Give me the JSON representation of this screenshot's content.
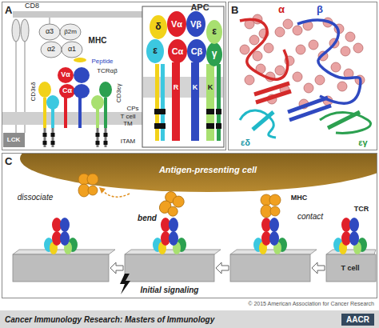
{
  "diagram": {
    "nodes": [
      {
        "text": [
          "A"
        ]
      },
      {
        "text": [
          "B"
        ]
      },
      {
        "text": [
          "C"
        ]
      },
      {
        "text": [
          "Cancer Immunology Research: Masters of Immunology",
          "AACR"
        ]
      }
    ],
    "labels": [
      "APC",
      "CD8",
      "α3",
      "β2m",
      "MHC",
      "α2",
      "α1",
      "Peptide",
      "TCRαβ",
      "CD3εδ",
      "CD3εγ",
      "Vα",
      "Cα",
      "CPs",
      "T cell TM",
      "LCK",
      "ITAM",
      "δ",
      "Vα",
      "Vβ",
      "ε",
      "ε",
      "Cα",
      "Cβ",
      "γ",
      "R",
      "K",
      "K",
      "α",
      "β",
      "εδ",
      "εγ",
      "Antigen-presenting cell",
      "dissociate",
      "bend",
      "Initial signaling",
      "MHC",
      "contact",
      "TCR",
      "T cell",
      "© 2015 American Association for Cancer Research"
    ]
  }
}
